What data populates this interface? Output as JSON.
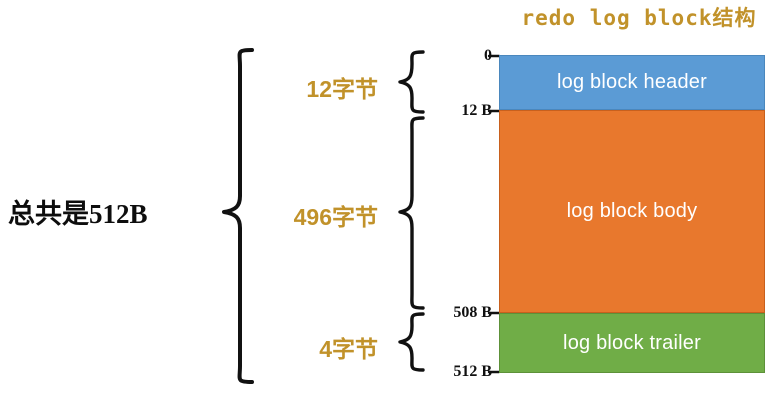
{
  "diagram": {
    "title": "redo log block结构",
    "total_label": "总共是512B",
    "colors": {
      "title": "#c1922a",
      "size_label": "#c1922a",
      "header_block": "#5b9bd5",
      "body_block": "#e8782d",
      "trailer_block": "#70ad47",
      "block_text": "#ffffff",
      "offset_text": "#101010",
      "brace": "#111111",
      "background": "#ffffff"
    },
    "blocks": [
      {
        "id": "header",
        "label": "log block header",
        "size_label": "12字节",
        "start_offset": "0",
        "end_offset": "12 B",
        "color": "#5b9bd5"
      },
      {
        "id": "body",
        "label": "log block body",
        "size_label": "496字节",
        "start_offset": "12 B",
        "end_offset": "508 B",
        "color": "#e8782d"
      },
      {
        "id": "trailer",
        "label": "log block trailer",
        "size_label": "4字节",
        "start_offset": "508 B",
        "end_offset": "512 B",
        "color": "#70ad47"
      }
    ],
    "offsets": [
      {
        "id": "offset-0",
        "text": "0"
      },
      {
        "id": "offset-12",
        "text": "12 B"
      },
      {
        "id": "offset-508",
        "text": "508 B"
      },
      {
        "id": "offset-512",
        "text": "512 B"
      }
    ],
    "size_labels": [
      {
        "id": "size-12",
        "text": "12字节"
      },
      {
        "id": "size-496",
        "text": "496字节"
      },
      {
        "id": "size-4",
        "text": "4字节"
      }
    ]
  }
}
